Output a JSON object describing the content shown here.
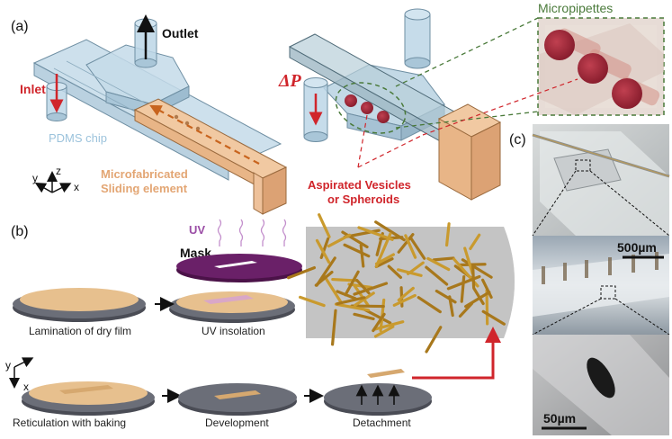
{
  "panels": {
    "a": "(a)",
    "b": "(b)",
    "c": "(c)"
  },
  "panel_a": {
    "outlet": "Outlet",
    "inlet": "Inlet",
    "pdms_chip": "PDMS chip",
    "sliding_line1": "Microfabricated",
    "sliding_line2": "Sliding element",
    "axis_x": "x",
    "axis_y": "y",
    "axis_z": "z",
    "delta_p": "ΔP",
    "micropipettes": "Micropipettes",
    "aspirated_line1": "Aspirated Vesicles",
    "aspirated_line2": "or Spheroids"
  },
  "panel_b": {
    "uv": "UV",
    "mask": "Mask",
    "step_lamination": "Lamination of dry film",
    "step_uv": "UV insolation",
    "step_reticulation": "Reticulation with baking",
    "step_development": "Development",
    "step_detachment": "Detachment",
    "axis_x": "x",
    "axis_y": "y"
  },
  "panel_c": {
    "scale_500": "500µm",
    "scale_50": "50µm"
  },
  "colors": {
    "pdms": "#bcd6e6",
    "pdms_edge": "#6f8fa3",
    "slider": "#e8b587",
    "slider_edge": "#9a6a3e",
    "red": "#d0252b",
    "vesicle": "#9d2a3b",
    "green_dash": "#4a7a3a",
    "wafer": "#5e6068",
    "film": "#e7c08e",
    "uv": "#9b4ea6",
    "mask": "#6a2068"
  }
}
